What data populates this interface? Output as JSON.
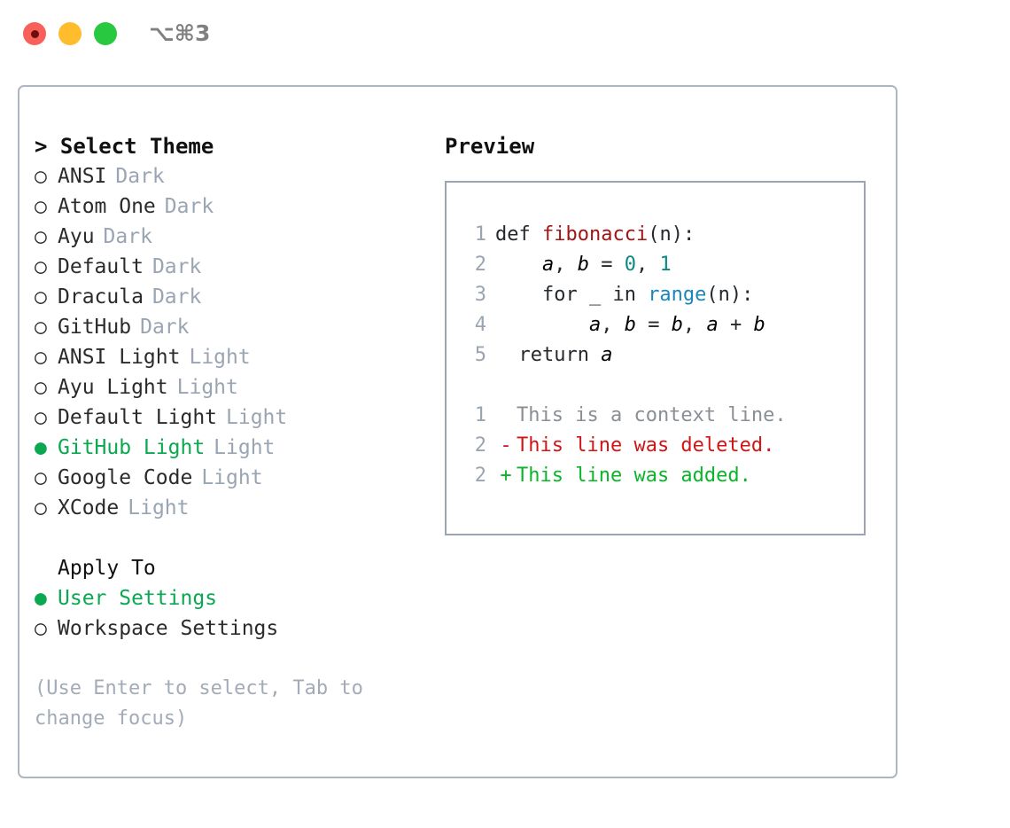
{
  "titlebar": {
    "shortcut": "⌥⌘3",
    "buttons": [
      {
        "name": "close",
        "color": "#f8615a",
        "recording": true
      },
      {
        "name": "minimize",
        "color": "#ffbd2e",
        "recording": false
      },
      {
        "name": "maximize",
        "color": "#28c840",
        "recording": false
      }
    ]
  },
  "theme_picker": {
    "header": "> Select Theme",
    "options": [
      {
        "marker": "○",
        "label": "ANSI",
        "category": "Dark",
        "selected": false
      },
      {
        "marker": "○",
        "label": "Atom One",
        "category": "Dark",
        "selected": false
      },
      {
        "marker": "○",
        "label": "Ayu",
        "category": "Dark",
        "selected": false
      },
      {
        "marker": "○",
        "label": "Default",
        "category": "Dark",
        "selected": false
      },
      {
        "marker": "○",
        "label": "Dracula",
        "category": "Dark",
        "selected": false
      },
      {
        "marker": "○",
        "label": "GitHub",
        "category": "Dark",
        "selected": false
      },
      {
        "marker": "○",
        "label": "ANSI Light",
        "category": "Light",
        "selected": false
      },
      {
        "marker": "○",
        "label": "Ayu Light",
        "category": "Light",
        "selected": false
      },
      {
        "marker": "○",
        "label": "Default Light",
        "category": "Light",
        "selected": false
      },
      {
        "marker": "●",
        "label": "GitHub Light",
        "category": "Light",
        "selected": true
      },
      {
        "marker": "○",
        "label": "Google Code",
        "category": "Light",
        "selected": false
      },
      {
        "marker": "○",
        "label": "XCode",
        "category": "Light",
        "selected": false
      }
    ]
  },
  "apply_to": {
    "header": "Apply To",
    "options": [
      {
        "marker": "●",
        "label": "User Settings",
        "selected": true
      },
      {
        "marker": "○",
        "label": "Workspace Settings",
        "selected": false
      }
    ]
  },
  "hint": "(Use Enter to select, Tab to change focus)",
  "preview": {
    "title": "Preview",
    "code_lines": [
      {
        "no": "1",
        "tokens": [
          {
            "t": "def ",
            "k": "plain"
          },
          {
            "t": "fibonacci",
            "k": "fn"
          },
          {
            "t": "(n):",
            "k": "plain"
          }
        ]
      },
      {
        "no": "2",
        "tokens": [
          {
            "t": "    ",
            "k": "plain"
          },
          {
            "t": "a",
            "k": "var"
          },
          {
            "t": ", ",
            "k": "plain"
          },
          {
            "t": "b",
            "k": "var"
          },
          {
            "t": " = ",
            "k": "plain"
          },
          {
            "t": "0",
            "k": "num"
          },
          {
            "t": ", ",
            "k": "plain"
          },
          {
            "t": "1",
            "k": "num"
          }
        ]
      },
      {
        "no": "3",
        "tokens": [
          {
            "t": "    for _ in ",
            "k": "plain"
          },
          {
            "t": "range",
            "k": "builtin"
          },
          {
            "t": "(n):",
            "k": "plain"
          }
        ]
      },
      {
        "no": "4",
        "tokens": [
          {
            "t": "        ",
            "k": "plain"
          },
          {
            "t": "a",
            "k": "var"
          },
          {
            "t": ", ",
            "k": "plain"
          },
          {
            "t": "b",
            "k": "var"
          },
          {
            "t": " = ",
            "k": "plain"
          },
          {
            "t": "b",
            "k": "var"
          },
          {
            "t": ", ",
            "k": "plain"
          },
          {
            "t": "a",
            "k": "var"
          },
          {
            "t": " + ",
            "k": "plain"
          },
          {
            "t": "b",
            "k": "var"
          }
        ]
      },
      {
        "no": "5",
        "tokens": [
          {
            "t": "  return ",
            "k": "plain"
          },
          {
            "t": "a",
            "k": "var"
          }
        ]
      }
    ],
    "diff_lines": [
      {
        "no": "1",
        "mark": " ",
        "text": "This is a context line.",
        "kind": "context"
      },
      {
        "no": "2",
        "mark": "-",
        "text": "This line was deleted.",
        "kind": "del"
      },
      {
        "no": "2",
        "mark": "+",
        "text": "This line was added.",
        "kind": "add"
      }
    ]
  },
  "colors": {
    "accent_green": "#0aa850",
    "muted": "#9aa5b3",
    "hint": "#a3abb8",
    "border": "#aeb6c2",
    "preview_border": "#9aa4b2",
    "code_fn": "#a31515",
    "code_num": "#0a8a80",
    "code_builtin": "#1a86b9",
    "diff_del": "#d11515",
    "diff_add": "#0ab52a",
    "diff_context": "#8a8f96"
  }
}
